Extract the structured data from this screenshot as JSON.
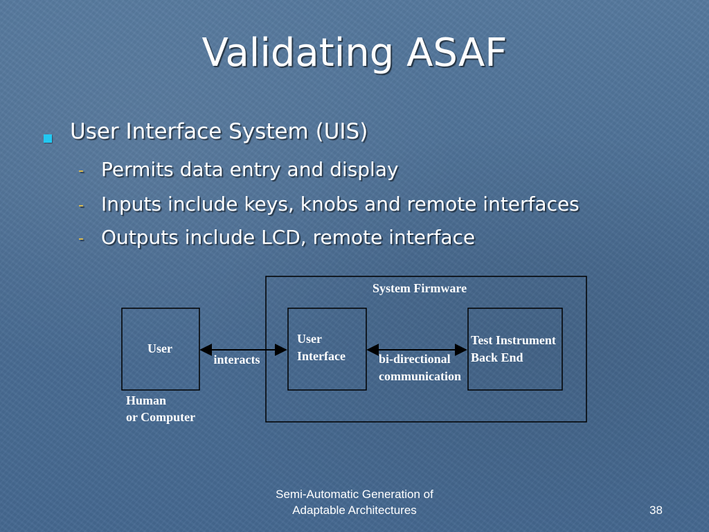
{
  "slide": {
    "title": "Validating ASAF",
    "bullet": "User Interface System (UIS)",
    "subbullets": [
      "Permits data entry and display",
      "Inputs include keys, knobs and remote interfaces",
      "Outputs include LCD, remote interface"
    ],
    "sub_marker": "-"
  },
  "diagram": {
    "firmware_label": "System Firmware",
    "user_box": "User",
    "user_caption": [
      "Human",
      "or Computer"
    ],
    "interacts_label": "interacts",
    "ui_box": [
      "User",
      "Interface"
    ],
    "comm_label": [
      "bi-directional",
      "communication"
    ],
    "backend_box": [
      "Test Instrument",
      "Back End"
    ]
  },
  "footer": {
    "lines": [
      "Semi-Automatic Generation of",
      "Adaptable Architectures"
    ],
    "page_number": "38"
  },
  "colors": {
    "background": "#4a6f96",
    "bullet": "#22c8f2",
    "dash": "#e8c24a",
    "text": "#ffffff"
  }
}
